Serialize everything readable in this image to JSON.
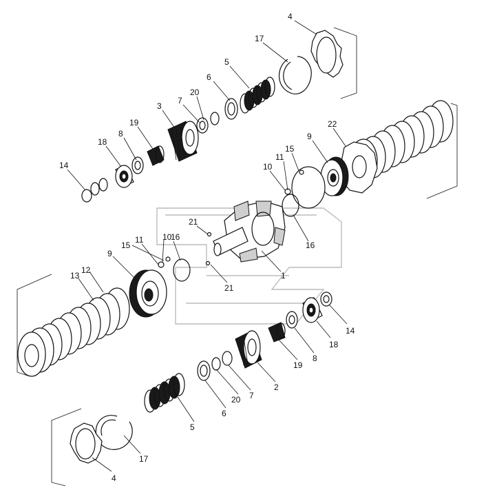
{
  "labels": [
    {
      "id": "l4a",
      "text": "4"
    },
    {
      "id": "l17a",
      "text": "17"
    },
    {
      "id": "l5a",
      "text": "5"
    },
    {
      "id": "l6a",
      "text": "6"
    },
    {
      "id": "l20a",
      "text": "20"
    },
    {
      "id": "l7a",
      "text": "7"
    },
    {
      "id": "l3",
      "text": "3"
    },
    {
      "id": "l19a",
      "text": "19"
    },
    {
      "id": "l8a",
      "text": "8"
    },
    {
      "id": "l18a",
      "text": "18"
    },
    {
      "id": "l14a",
      "text": "14"
    },
    {
      "id": "l22",
      "text": "22"
    },
    {
      "id": "l9a",
      "text": "9"
    },
    {
      "id": "l15a",
      "text": "15"
    },
    {
      "id": "l11a",
      "text": "11"
    },
    {
      "id": "l10a",
      "text": "10"
    },
    {
      "id": "l16a",
      "text": "16"
    },
    {
      "id": "l21a",
      "text": "21"
    },
    {
      "id": "l10b",
      "text": "10"
    },
    {
      "id": "l16b",
      "text": "16"
    },
    {
      "id": "l15b",
      "text": "15"
    },
    {
      "id": "l11b",
      "text": "11"
    },
    {
      "id": "l9b",
      "text": "9"
    },
    {
      "id": "l1",
      "text": "1"
    },
    {
      "id": "l21b",
      "text": "21"
    },
    {
      "id": "l12",
      "text": "12"
    },
    {
      "id": "l13",
      "text": "13"
    },
    {
      "id": "l14b",
      "text": "14"
    },
    {
      "id": "l18b",
      "text": "18"
    },
    {
      "id": "l8b",
      "text": "8"
    },
    {
      "id": "l19b",
      "text": "19"
    },
    {
      "id": "l2",
      "text": "2"
    },
    {
      "id": "l7b",
      "text": "7"
    },
    {
      "id": "l20b",
      "text": "20"
    },
    {
      "id": "l6b",
      "text": "6"
    },
    {
      "id": "l5b",
      "text": "5"
    },
    {
      "id": "l4b",
      "text": "4"
    },
    {
      "id": "l17b",
      "text": "17"
    }
  ]
}
